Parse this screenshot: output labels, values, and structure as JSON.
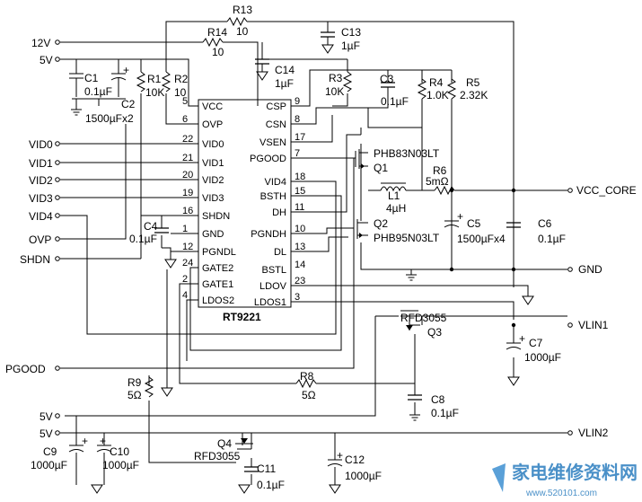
{
  "supplies": {
    "v12": "12V",
    "v5_top": "5V",
    "v5_a": "5V",
    "v5_b": "5V"
  },
  "inputs": {
    "vid0": "VID0",
    "vid1": "VID1",
    "vid2": "VID2",
    "vid3": "VID3",
    "vid4": "VID4",
    "ovp": "OVP",
    "shdn": "SHDN",
    "pgood": "PGOOD"
  },
  "outputs": {
    "vcc_core": "VCC_CORE",
    "gnd": "GND",
    "vlin1": "VLIN1",
    "vlin2": "VLIN2"
  },
  "ic": {
    "name": "RT9221",
    "left_pins": [
      {
        "num": "5",
        "name": "VCC"
      },
      {
        "num": "6",
        "name": "OVP"
      },
      {
        "num": "22",
        "name": "VID0"
      },
      {
        "num": "21",
        "name": "VID1"
      },
      {
        "num": "20",
        "name": "VID2"
      },
      {
        "num": "19",
        "name": "VID3"
      },
      {
        "num": "16",
        "name": "SHDN"
      },
      {
        "num": "1",
        "name": "GND"
      },
      {
        "num": "12",
        "name": "PGNDL"
      },
      {
        "num": "24",
        "name": "GATE2"
      },
      {
        "num": "2",
        "name": "GATE1"
      },
      {
        "num": "4",
        "name": "LDOS2"
      }
    ],
    "right_pins": [
      {
        "num": "9",
        "name": "CSP"
      },
      {
        "num": "8",
        "name": "CSN"
      },
      {
        "num": "17",
        "name": "VSEN"
      },
      {
        "num": "7",
        "name": "PGOOD"
      },
      {
        "num": "18",
        "name": "VID4"
      },
      {
        "num": "15",
        "name": "BSTH"
      },
      {
        "num": "11",
        "name": "DH"
      },
      {
        "num": "10",
        "name": "PGNDH"
      },
      {
        "num": "13",
        "name": "DL"
      },
      {
        "num": "14",
        "name": "BSTL"
      },
      {
        "num": "23",
        "name": "LDOV"
      },
      {
        "num": "3",
        "name": "LDOS1"
      }
    ]
  },
  "components": {
    "r13": {
      "ref": "R13",
      "val": "10"
    },
    "r14": {
      "ref": "R14",
      "val": "10"
    },
    "c13": {
      "ref": "C13",
      "val": "1µF"
    },
    "c14": {
      "ref": "C14",
      "val": "1µF"
    },
    "c1": {
      "ref": "C1",
      "val": "0.1µF"
    },
    "c2": {
      "ref": "C2",
      "val": "1500µFx2"
    },
    "r1": {
      "ref": "R1",
      "val": "10K"
    },
    "r2": {
      "ref": "R2",
      "val": "10"
    },
    "r3": {
      "ref": "R3",
      "val": "10K"
    },
    "c3": {
      "ref": "C3",
      "val": "0.1µF"
    },
    "r4": {
      "ref": "R4",
      "val": "1.0K"
    },
    "r5": {
      "ref": "R5",
      "val": "2.32K"
    },
    "q1": {
      "ref": "Q1",
      "part": "PHB83N03LT"
    },
    "q2": {
      "ref": "Q2",
      "part": "PHB95N03LT"
    },
    "r6": {
      "ref": "R6",
      "val": "5mΩ"
    },
    "l1": {
      "ref": "L1",
      "val": "4µH"
    },
    "c5": {
      "ref": "C5",
      "val": "1500µFx4"
    },
    "c6": {
      "ref": "C6",
      "val": "0.1µF"
    },
    "c4": {
      "ref": "C4",
      "val": "0.1µF"
    },
    "q3": {
      "ref": "Q3",
      "part": "RFD3055"
    },
    "c7": {
      "ref": "C7",
      "val": "1000µF"
    },
    "r9": {
      "ref": "R9",
      "val": "5Ω"
    },
    "r8": {
      "ref": "R8",
      "val": "5Ω"
    },
    "c8": {
      "ref": "C8",
      "val": "0.1µF"
    },
    "c9": {
      "ref": "C9",
      "val": "1000µF"
    },
    "c10": {
      "ref": "C10",
      "val": "1000µF"
    },
    "q4": {
      "ref": "Q4",
      "part": "RFD3055"
    },
    "c11": {
      "ref": "C11",
      "val": "0.1µF"
    },
    "c12": {
      "ref": "C12",
      "val": "1000µF"
    }
  },
  "watermark": {
    "text": "家电维修资料网",
    "url": "www.520101.com"
  }
}
